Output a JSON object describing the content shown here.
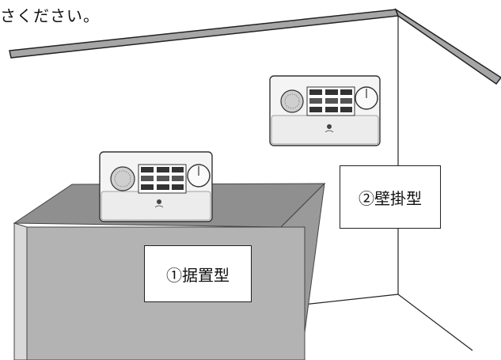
{
  "caption": "さください。",
  "labels": {
    "stand": "①据置型",
    "wall": "②壁掛型"
  },
  "colors": {
    "trim": "#a6a6a6",
    "box_front": "#b3b3b3",
    "box_top": "#8f8f8f",
    "box_side": "#d9d9d9",
    "line": "#222222"
  },
  "icons": {
    "speaker": "speaker-grille-icon",
    "dial": "volume-dial-icon"
  }
}
